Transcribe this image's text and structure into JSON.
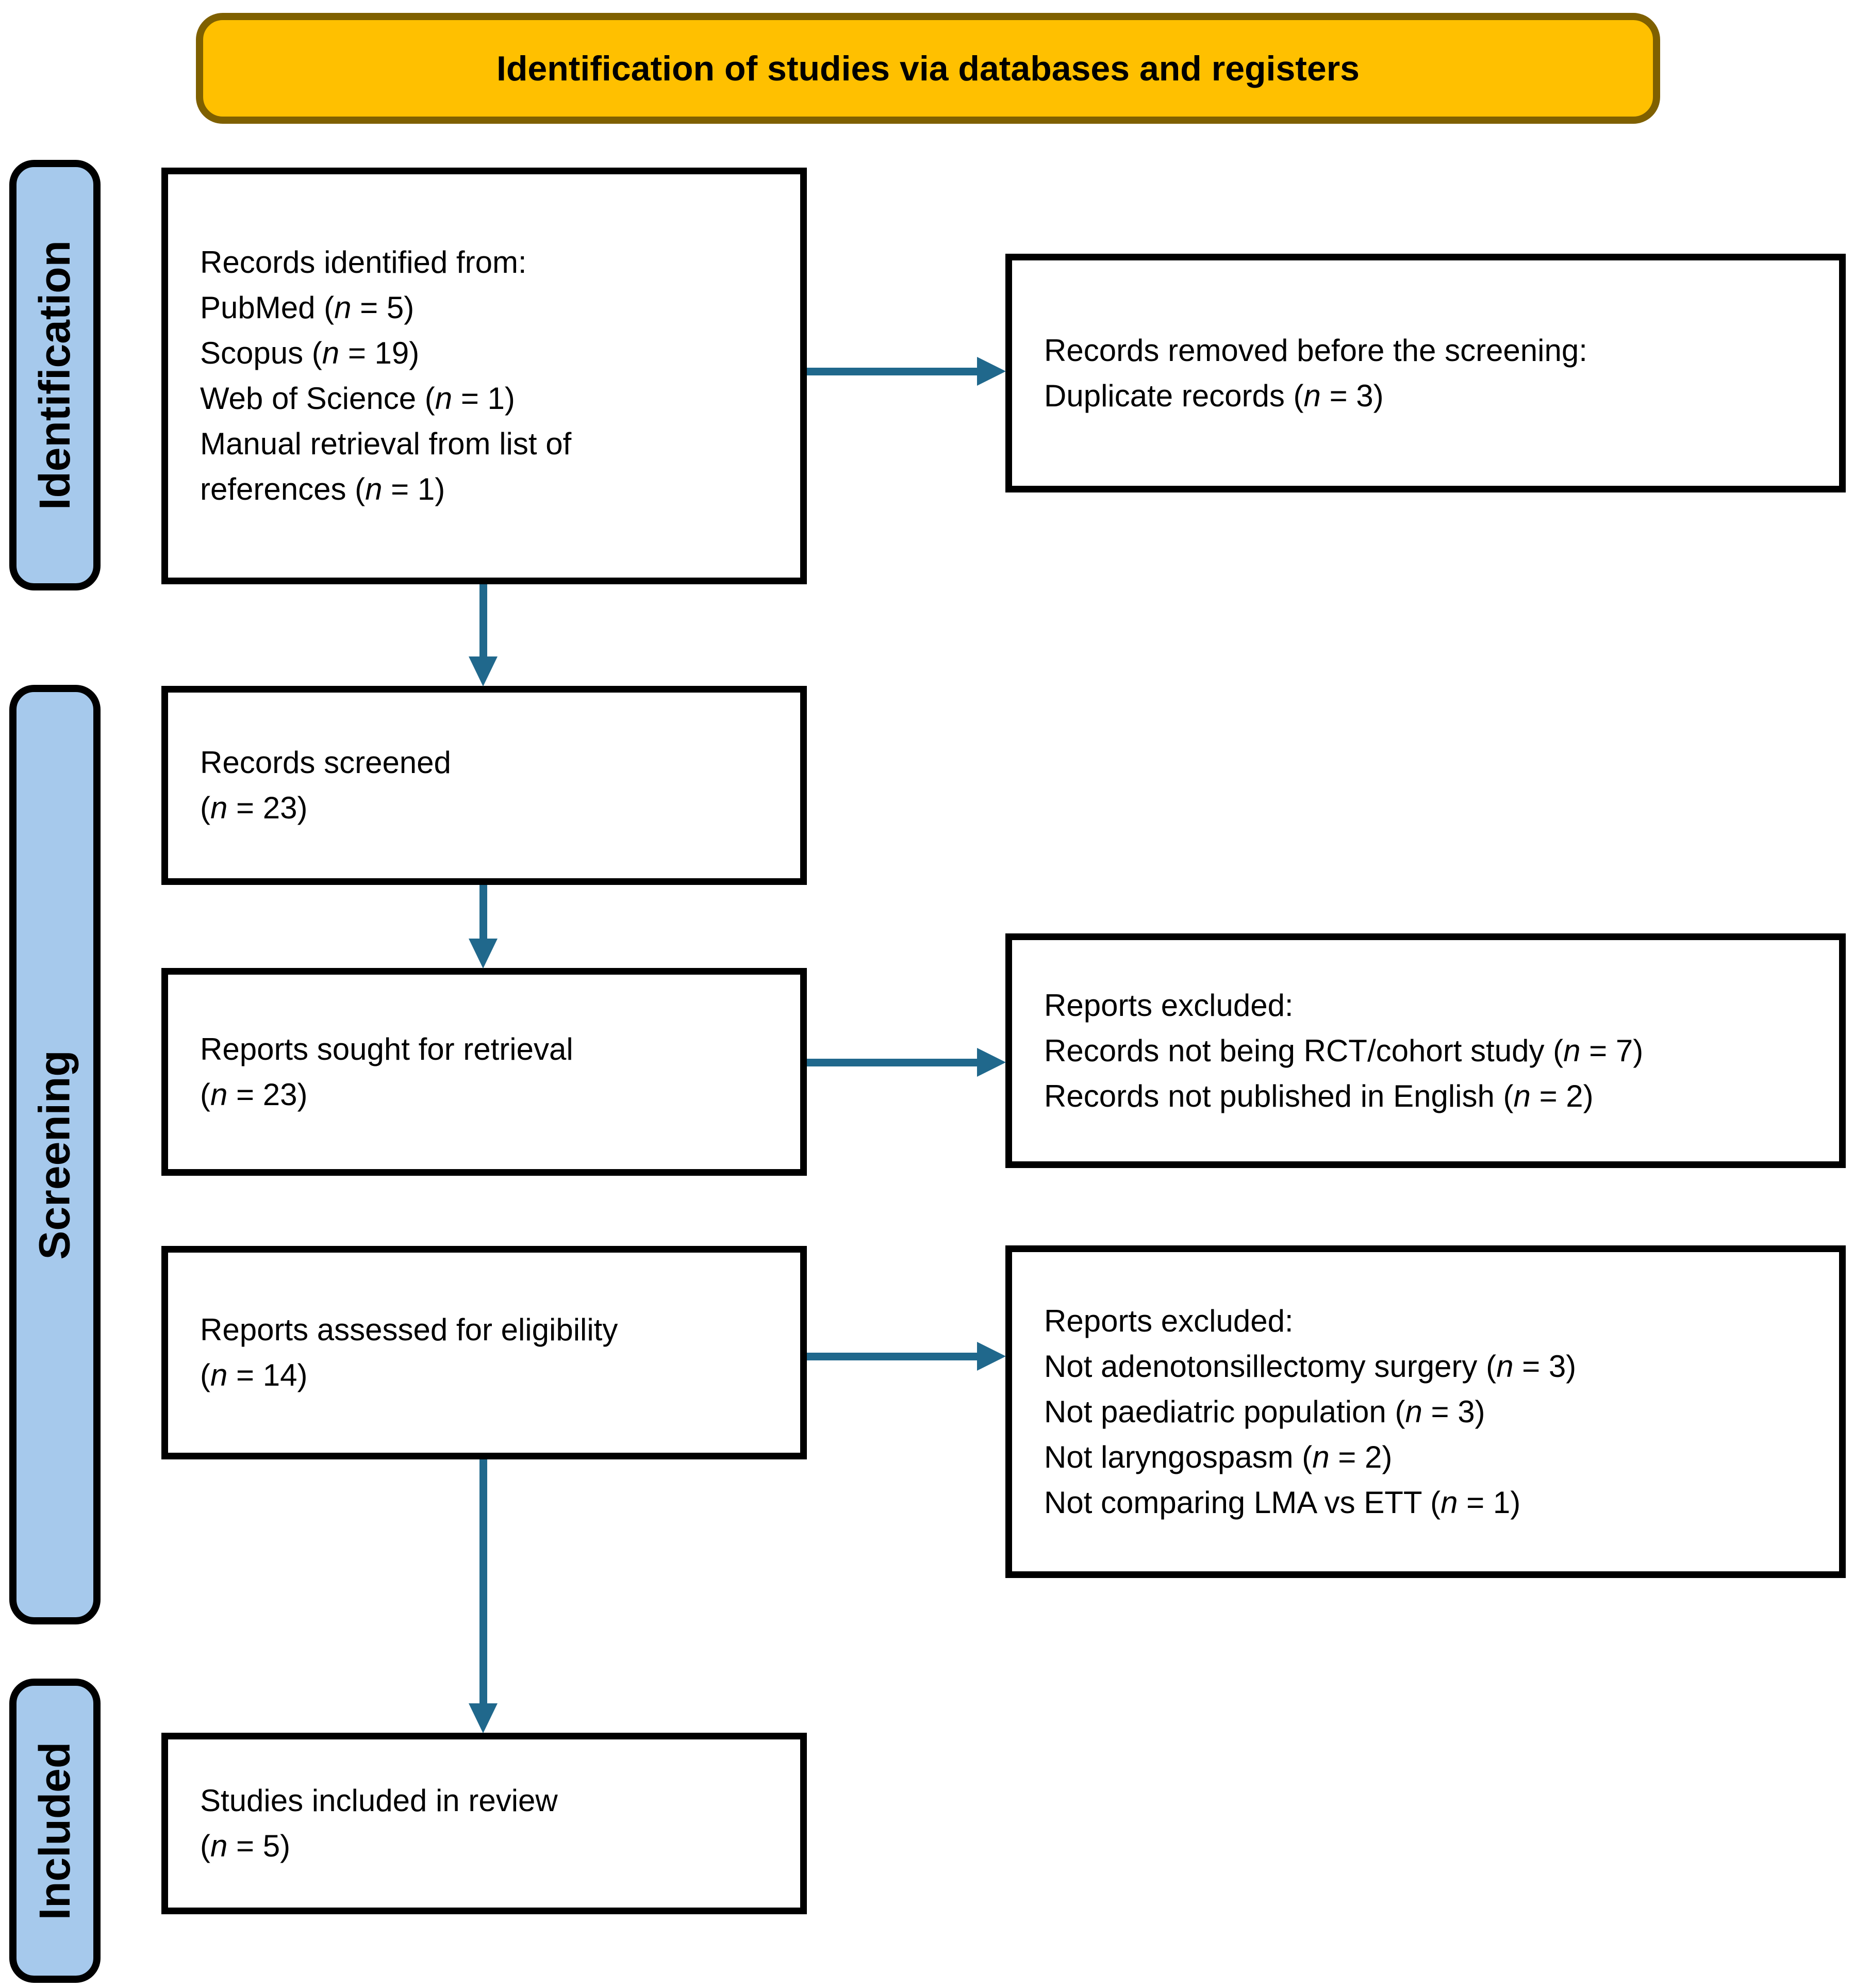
{
  "title": {
    "label": "Identification of studies via databases and registers"
  },
  "colors": {
    "header_fill": "#FFC000",
    "header_border": "#7F6000",
    "stage_fill": "#A6C9EC",
    "arrow": "#20688C",
    "box_border": "#000000"
  },
  "stages": [
    {
      "label": "Identification"
    },
    {
      "label": "Screening"
    },
    {
      "label": "Included"
    }
  ],
  "boxes": {
    "records_identified": {
      "lines": [
        [
          "Records identified from:"
        ],
        [
          "PubMed (",
          {
            "i": "n"
          },
          " = 5)"
        ],
        [
          "Scopus (",
          {
            "i": "n"
          },
          " = 19)"
        ],
        [
          "Web of Science (",
          {
            "i": "n"
          },
          " = 1)"
        ],
        [
          "Manual retrieval from list of"
        ],
        [
          "references (",
          {
            "i": "n"
          },
          " = 1)"
        ]
      ]
    },
    "records_removed": {
      "lines": [
        [
          "Records removed before the screening:"
        ],
        [
          "Duplicate records (",
          {
            "i": "n"
          },
          " = 3)"
        ]
      ]
    },
    "records_screened": {
      "lines": [
        [
          "Records screened"
        ],
        [
          "(",
          {
            "i": "n"
          },
          " = 23)"
        ]
      ]
    },
    "reports_sought": {
      "lines": [
        [
          "Reports sought for retrieval"
        ],
        [
          "(",
          {
            "i": "n"
          },
          " = 23)"
        ]
      ]
    },
    "reports_excluded_retrieval": {
      "lines": [
        [
          "Reports excluded:"
        ],
        [
          "Records not being RCT/cohort study (",
          {
            "i": "n"
          },
          " = 7)"
        ],
        [
          "Records not published in English (",
          {
            "i": "n"
          },
          " = 2)"
        ]
      ]
    },
    "reports_assessed": {
      "lines": [
        [
          "Reports assessed for eligibility"
        ],
        [
          "(",
          {
            "i": "n"
          },
          " = 14)"
        ]
      ]
    },
    "reports_excluded_eligibility": {
      "lines": [
        [
          "Reports excluded:"
        ],
        [
          "Not adenotonsillectomy surgery (",
          {
            "i": "n"
          },
          " = 3)"
        ],
        [
          "Not paediatric population (",
          {
            "i": "n"
          },
          " = 3)"
        ],
        [
          "Not laryngospasm (",
          {
            "i": "n"
          },
          " = 2)"
        ],
        [
          "Not comparing LMA vs ETT (",
          {
            "i": "n"
          },
          " = 1)"
        ]
      ]
    },
    "studies_included": {
      "lines": [
        [
          "Studies included in review"
        ],
        [
          "(",
          {
            "i": "n"
          },
          " = 5)"
        ]
      ]
    }
  }
}
